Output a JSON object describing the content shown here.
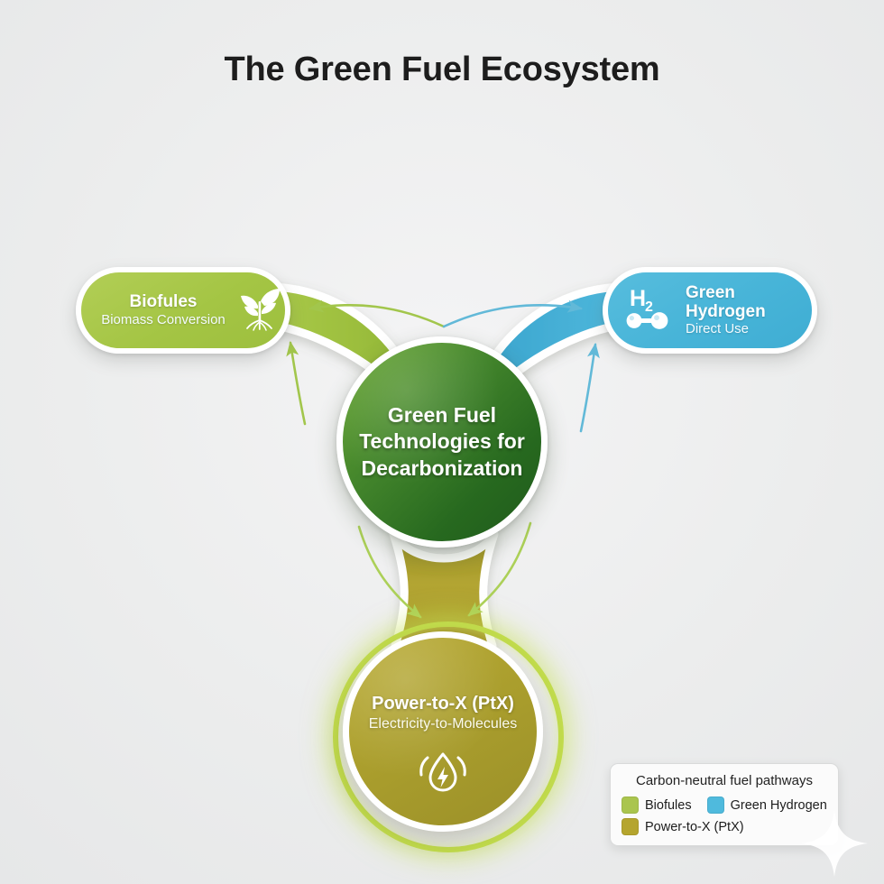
{
  "title": "The Green Fuel Ecosystem",
  "background_color": "#edeeef",
  "hub": {
    "label": "Green Fuel Technologies for Decarbonization",
    "color": "#2b6b20"
  },
  "nodes": [
    {
      "id": "biofuels",
      "title": "Biofules",
      "subtitle": "Biomass Conversion",
      "color": "#a4c544",
      "icon": "plant-sprout-icon"
    },
    {
      "id": "hydrogen",
      "title": "Green Hydrogen",
      "subtitle": "Direct Use",
      "color": "#47b4d8",
      "icon": "hydrogen-molecule-icon",
      "icon_label": "H",
      "icon_sub": "2"
    },
    {
      "id": "ptx",
      "title": "Power-to-X (PtX)",
      "subtitle": "Electricity-to-Molecules",
      "color": "#a89c2c",
      "icon": "energy-droplet-icon"
    }
  ],
  "legend": {
    "title": "Carbon-neutral fuel pathways",
    "items": [
      {
        "label": "Biofules",
        "color": "#aac54e"
      },
      {
        "label": "Green Hydrogen",
        "color": "#4fbadd"
      },
      {
        "label": "Power-to-X (PtX)",
        "color": "#b5a52e"
      }
    ]
  },
  "decor": {
    "sparkle": "sparkle-icon"
  }
}
